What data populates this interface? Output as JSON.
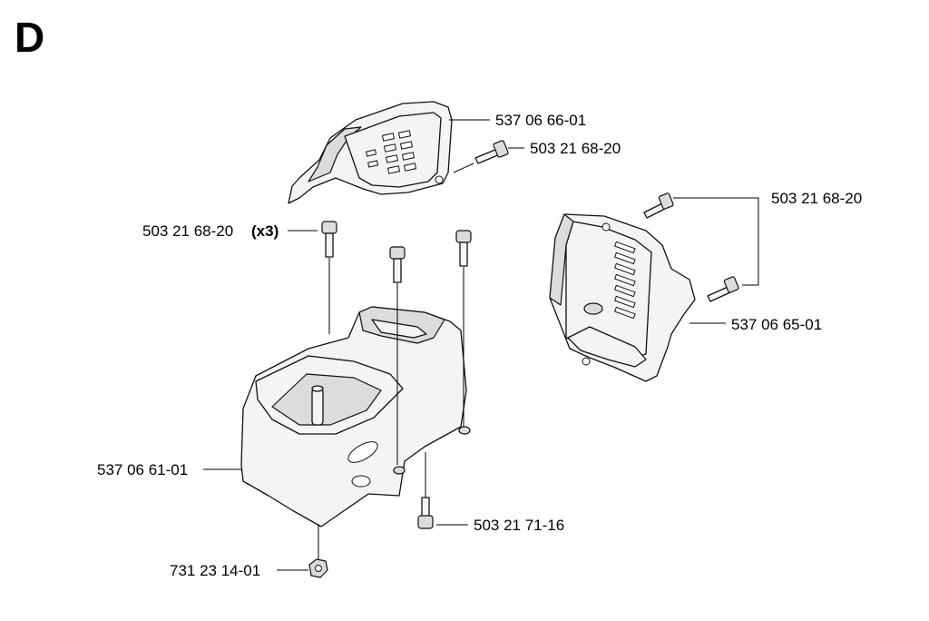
{
  "section": {
    "letter": "D"
  },
  "labels": {
    "top_cover": "537 06 66-01",
    "top_screw": "503 21 68-20",
    "right_screws": "503 21 68-20",
    "screws_x3": "503 21 68-20",
    "screws_x3_qty": "(x3)",
    "right_cover": "537 06 65-01",
    "main_housing": "537 06 61-01",
    "bottom_screw": "503 21 71-16",
    "nut": "731 23 14-01"
  }
}
